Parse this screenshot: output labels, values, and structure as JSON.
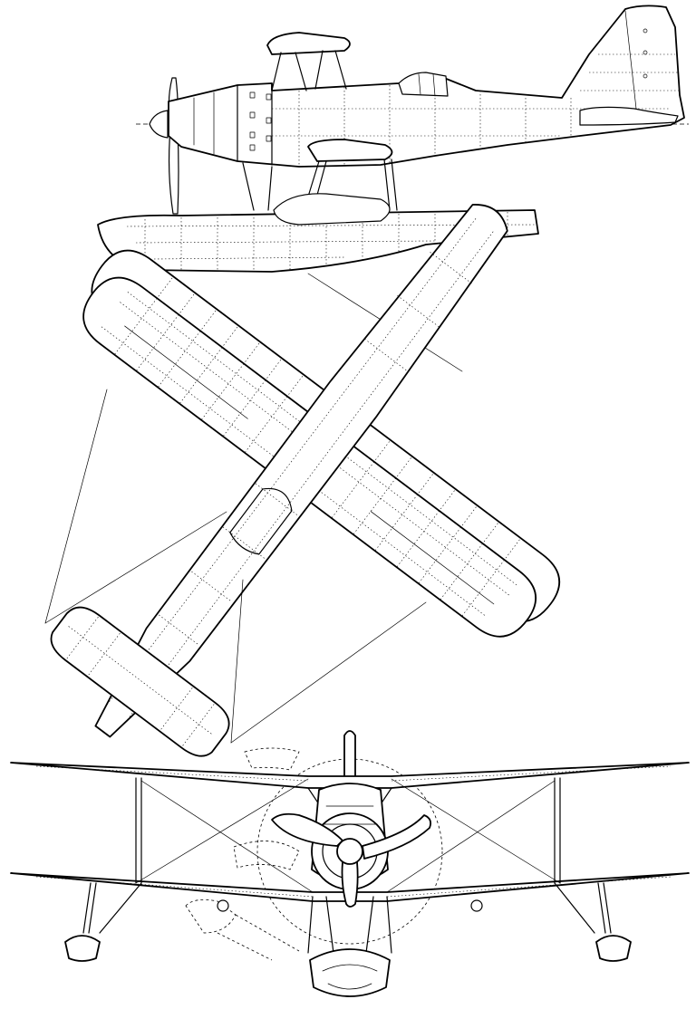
{
  "drawing": {
    "subject": "",
    "views": [
      {
        "id": "side",
        "text": ""
      },
      {
        "id": "plan",
        "text": ""
      },
      {
        "id": "front",
        "text": ""
      }
    ]
  },
  "colors": {
    "ink": "#000000",
    "paper": "#ffffff"
  }
}
